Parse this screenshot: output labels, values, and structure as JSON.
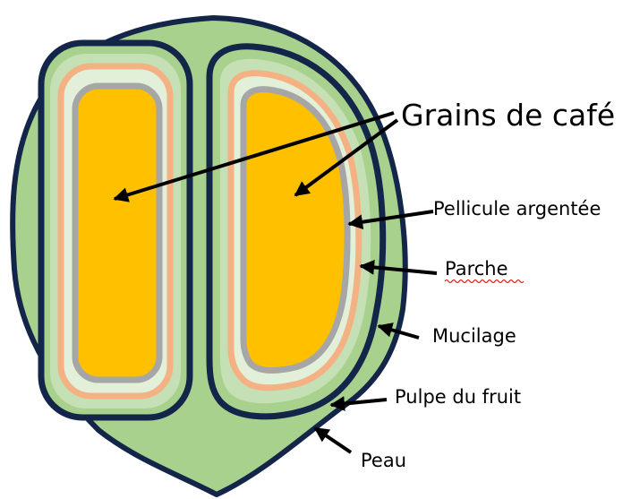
{
  "labels": {
    "grains": "Grains de café",
    "pellicule": "Pellicule argentée",
    "parche": "Parche",
    "mucilage": "Mucilage",
    "pulpe": "Pulpe du fruit",
    "peau": "Peau"
  },
  "colors": {
    "peau_outline": "#14254a",
    "pulpe": "#a9d18e",
    "mucilage": "#c5e0b4",
    "parche": "#f4b183",
    "parche_inner": "#e2f0d9",
    "pellicule": "#a6a6a6",
    "grain": "#ffc000",
    "arrow": "#000000",
    "spellcheck_underline": "#e0241b"
  }
}
